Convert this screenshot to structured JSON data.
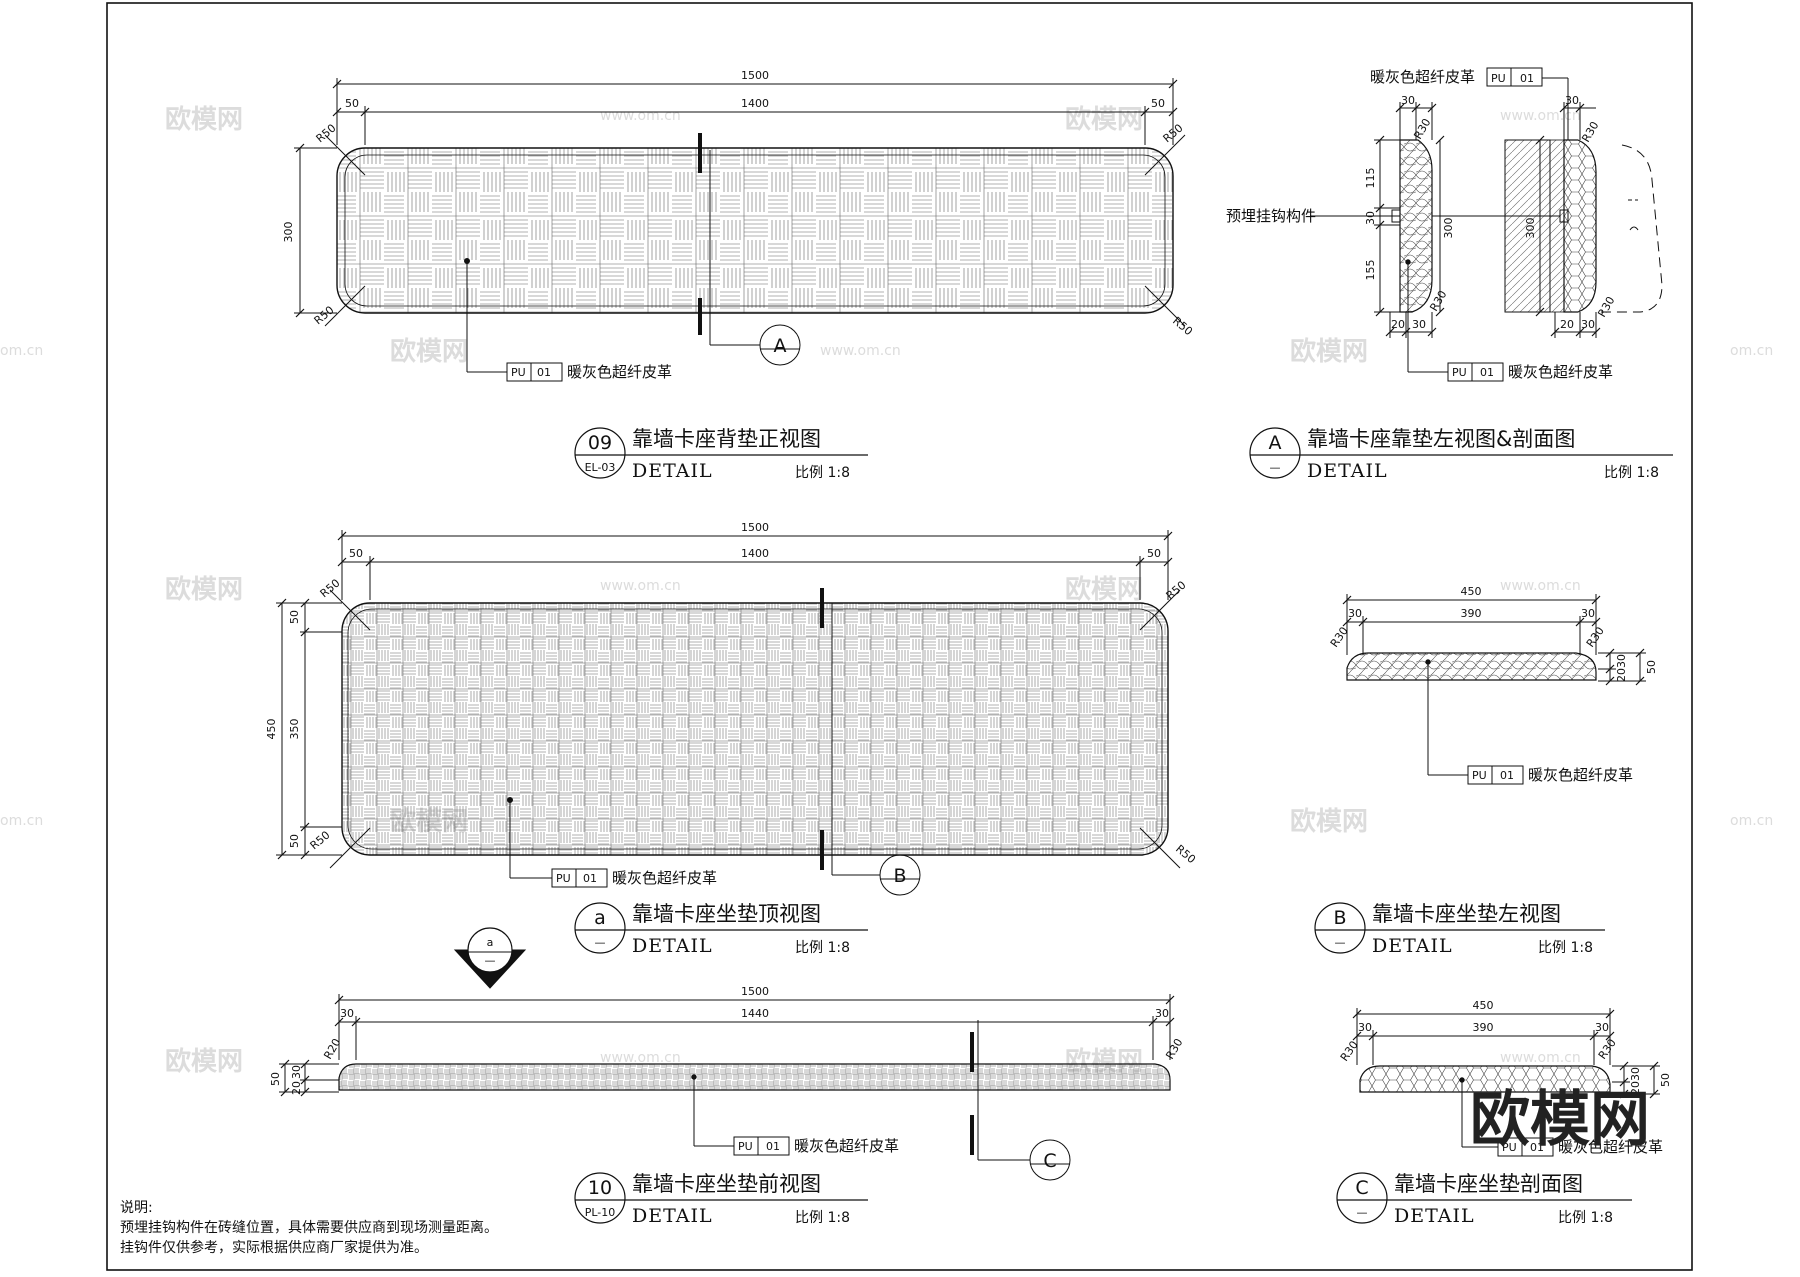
{
  "drawings": {
    "back_front": {
      "title": "靠墙卡座背垫正视图",
      "mark": "09",
      "sheet": "EL-03",
      "detail": "DETAIL",
      "scale": "比例 1:8",
      "dims": {
        "overall": "1500",
        "inner": "1400",
        "left": "50",
        "right": "50",
        "height": "300",
        "r_tl": "R50",
        "r_tr": "R50",
        "r_bl": "R50",
        "r_br": "R50"
      },
      "material_code": "PU",
      "material_num": "01",
      "material_name": "暖灰色超纤皮革",
      "section_tag": "A"
    },
    "back_side": {
      "title": "靠墙卡座靠垫左视图&剖面图",
      "mark": "A",
      "sheet": "—",
      "detail": "DETAIL",
      "scale": "比例 1:8",
      "hook_label": "预埋挂钩构件",
      "top_material_name": "暖灰色超纤皮革",
      "top_material_code": "PU",
      "top_material_num": "01",
      "bottom_material_code": "PU",
      "bottom_material_num": "01",
      "bottom_material_name": "暖灰色超纤皮革",
      "dims": {
        "w1": "30",
        "w2": "30",
        "h1": "115",
        "h2": "30",
        "h3": "155",
        "h_total": "300",
        "h_total2": "300",
        "b1": "20",
        "b2": "30",
        "b3": "20",
        "b4": "30",
        "r1": "R30",
        "r2": "R30",
        "r3": "R30",
        "r4": "R30"
      }
    },
    "seat_top": {
      "title": "靠墙卡座坐垫顶视图",
      "mark": "a",
      "sheet": "—",
      "detail": "DETAIL",
      "scale": "比例 1:8",
      "dims": {
        "overall": "1500",
        "inner": "1400",
        "left": "50",
        "right": "50",
        "height": "450",
        "h_inner": "350",
        "h_top": "50",
        "h_bot": "50",
        "r_tl": "R50",
        "r_tr": "R50",
        "r_bl": "R50",
        "r_br": "R50"
      },
      "material_code": "PU",
      "material_num": "01",
      "material_name": "暖灰色超纤皮革",
      "section_tag": "B",
      "view_tag": "a",
      "view_sub": "—"
    },
    "seat_left": {
      "title": "靠墙卡座坐垫左视图",
      "mark": "B",
      "sheet": "—",
      "detail": "DETAIL",
      "scale": "比例 1:8",
      "dims": {
        "overall": "450",
        "inner": "390",
        "left": "30",
        "right": "30",
        "r_l": "R30",
        "r_r": "R30",
        "h1": "30",
        "h2": "20",
        "h_total": "50"
      },
      "material_code": "PU",
      "material_num": "01",
      "material_name": "暖灰色超纤皮革"
    },
    "seat_front": {
      "title": "靠墙卡座坐垫前视图",
      "mark": "10",
      "sheet": "PL-10",
      "detail": "DETAIL",
      "scale": "比例 1:8",
      "dims": {
        "overall": "1500",
        "inner": "1440",
        "left": "30",
        "right": "30",
        "r_l": "R20",
        "r_r": "R30",
        "h1": "30",
        "h2": "20",
        "h_total": "50"
      },
      "material_code": "PU",
      "material_num": "01",
      "material_name": "暖灰色超纤皮革",
      "section_tag": "C"
    },
    "seat_section": {
      "title": "靠墙卡座坐垫剖面图",
      "mark": "C",
      "sheet": "—",
      "detail": "DETAIL",
      "scale": "比例 1:8",
      "dims": {
        "overall": "450",
        "inner": "390",
        "left": "30",
        "right": "30",
        "r_l": "R30",
        "r_r": "R30",
        "h1": "30",
        "h2": "20",
        "h_total": "50"
      },
      "material_code": "PU",
      "material_num": "01",
      "material_name": "暖灰色超纤皮革"
    }
  },
  "notes": {
    "heading": "说明:",
    "line1": "预埋挂钩构件在砖缝位置，具体需要供应商到现场测量距离。",
    "line2": "挂钩件仅供参考，实际根据供应商厂家提供为准。"
  },
  "watermark": {
    "logo": "欧模网",
    "url": "www.om.cn",
    "url_short": "om.cn"
  },
  "colors": {
    "ink": "#111111",
    "hatch": "#555555",
    "watermark": "#dcdcdc"
  }
}
